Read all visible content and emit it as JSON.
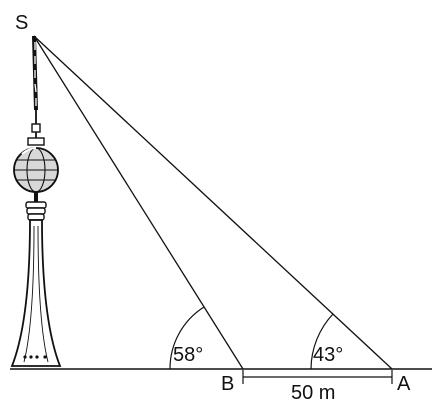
{
  "points": {
    "top": "S",
    "near": "B",
    "far": "A"
  },
  "angles": {
    "at_b": "58°",
    "at_a": "43°"
  },
  "distance": {
    "label": "50 m"
  },
  "colors": {
    "ink": "#111111",
    "paper": "#ffffff"
  },
  "icons": {
    "tower": "tv-tower-icon"
  }
}
